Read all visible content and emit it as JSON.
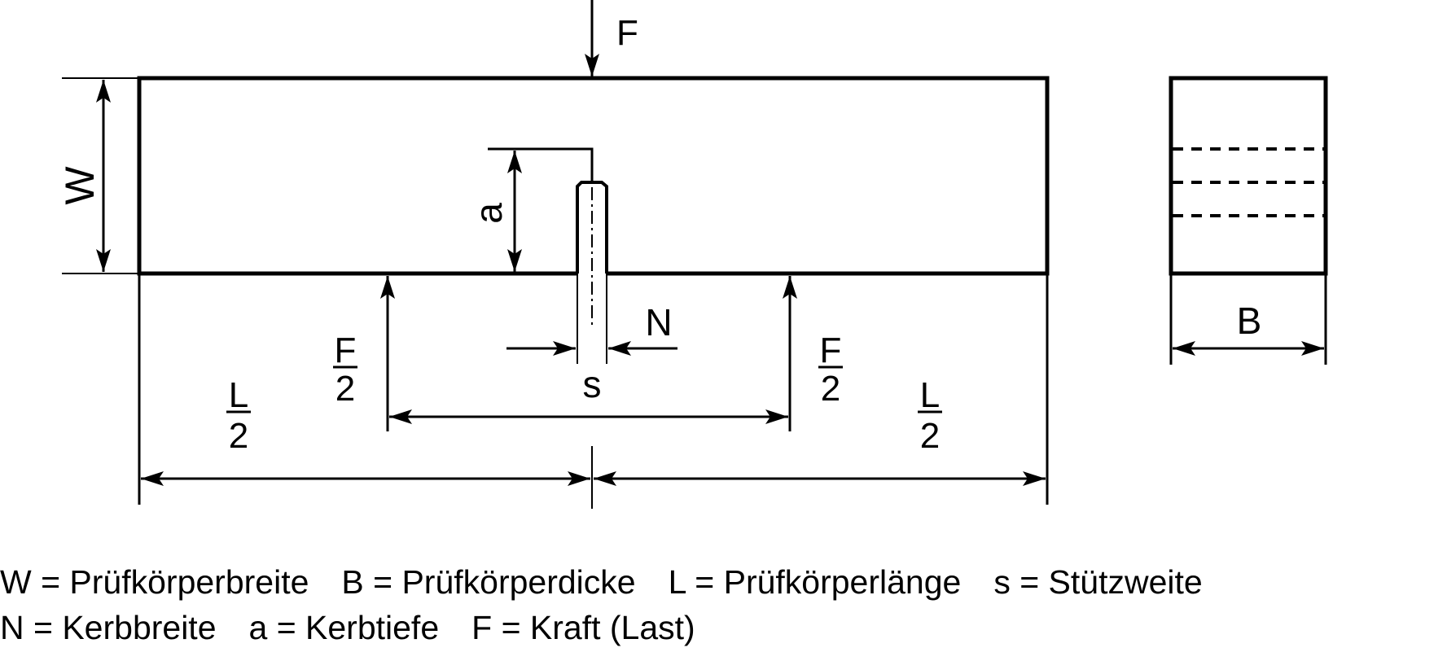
{
  "labels": {
    "force": "F",
    "width": "W",
    "notch_depth": "a",
    "notch_width": "N",
    "support_span": "s",
    "thickness": "B",
    "half_force_num": "F",
    "half_force_den": "2",
    "half_length_num": "L",
    "half_length_den": "2"
  },
  "legend": {
    "line1": [
      "W = Prüfkörperbreite",
      "B = Prüfkörperdicke",
      "L = Prüfkörperlänge",
      "s = Stützweite"
    ],
    "line2": [
      "N = Kerbbreite",
      "a = Kerbtiefe",
      "F = Kraft (Last)"
    ]
  }
}
